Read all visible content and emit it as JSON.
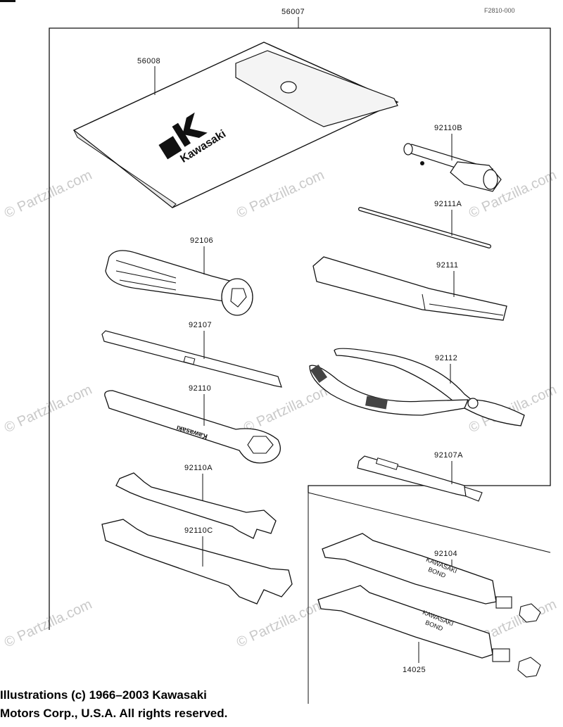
{
  "diagram": {
    "ref_code": "F2810-000",
    "labels": {
      "kit": "56007",
      "pouch": "56008",
      "p92110B": "92110B",
      "p92111A": "92111A",
      "p92106": "92106",
      "p92111": "92111",
      "p92107": "92107",
      "p92112": "92112",
      "p92110": "92110",
      "p92110A": "92110A",
      "p92107A": "92107A",
      "p92110C": "92110C",
      "p92104": "92104",
      "p14025": "14025"
    },
    "pouch_brand": "Kawasaki",
    "wrench_text": "Kawasaki",
    "tube_text_1": [
      "KAWASAKI",
      "BOND"
    ],
    "tube_text_2": [
      "KAWASAKI",
      "BOND"
    ],
    "watermark": "© Partzilla.com"
  },
  "copyright": {
    "line1": "Illustrations (c) 1966–2003 Kawasaki",
    "line2": "Motors Corp., U.S.A.  All rights reserved."
  }
}
